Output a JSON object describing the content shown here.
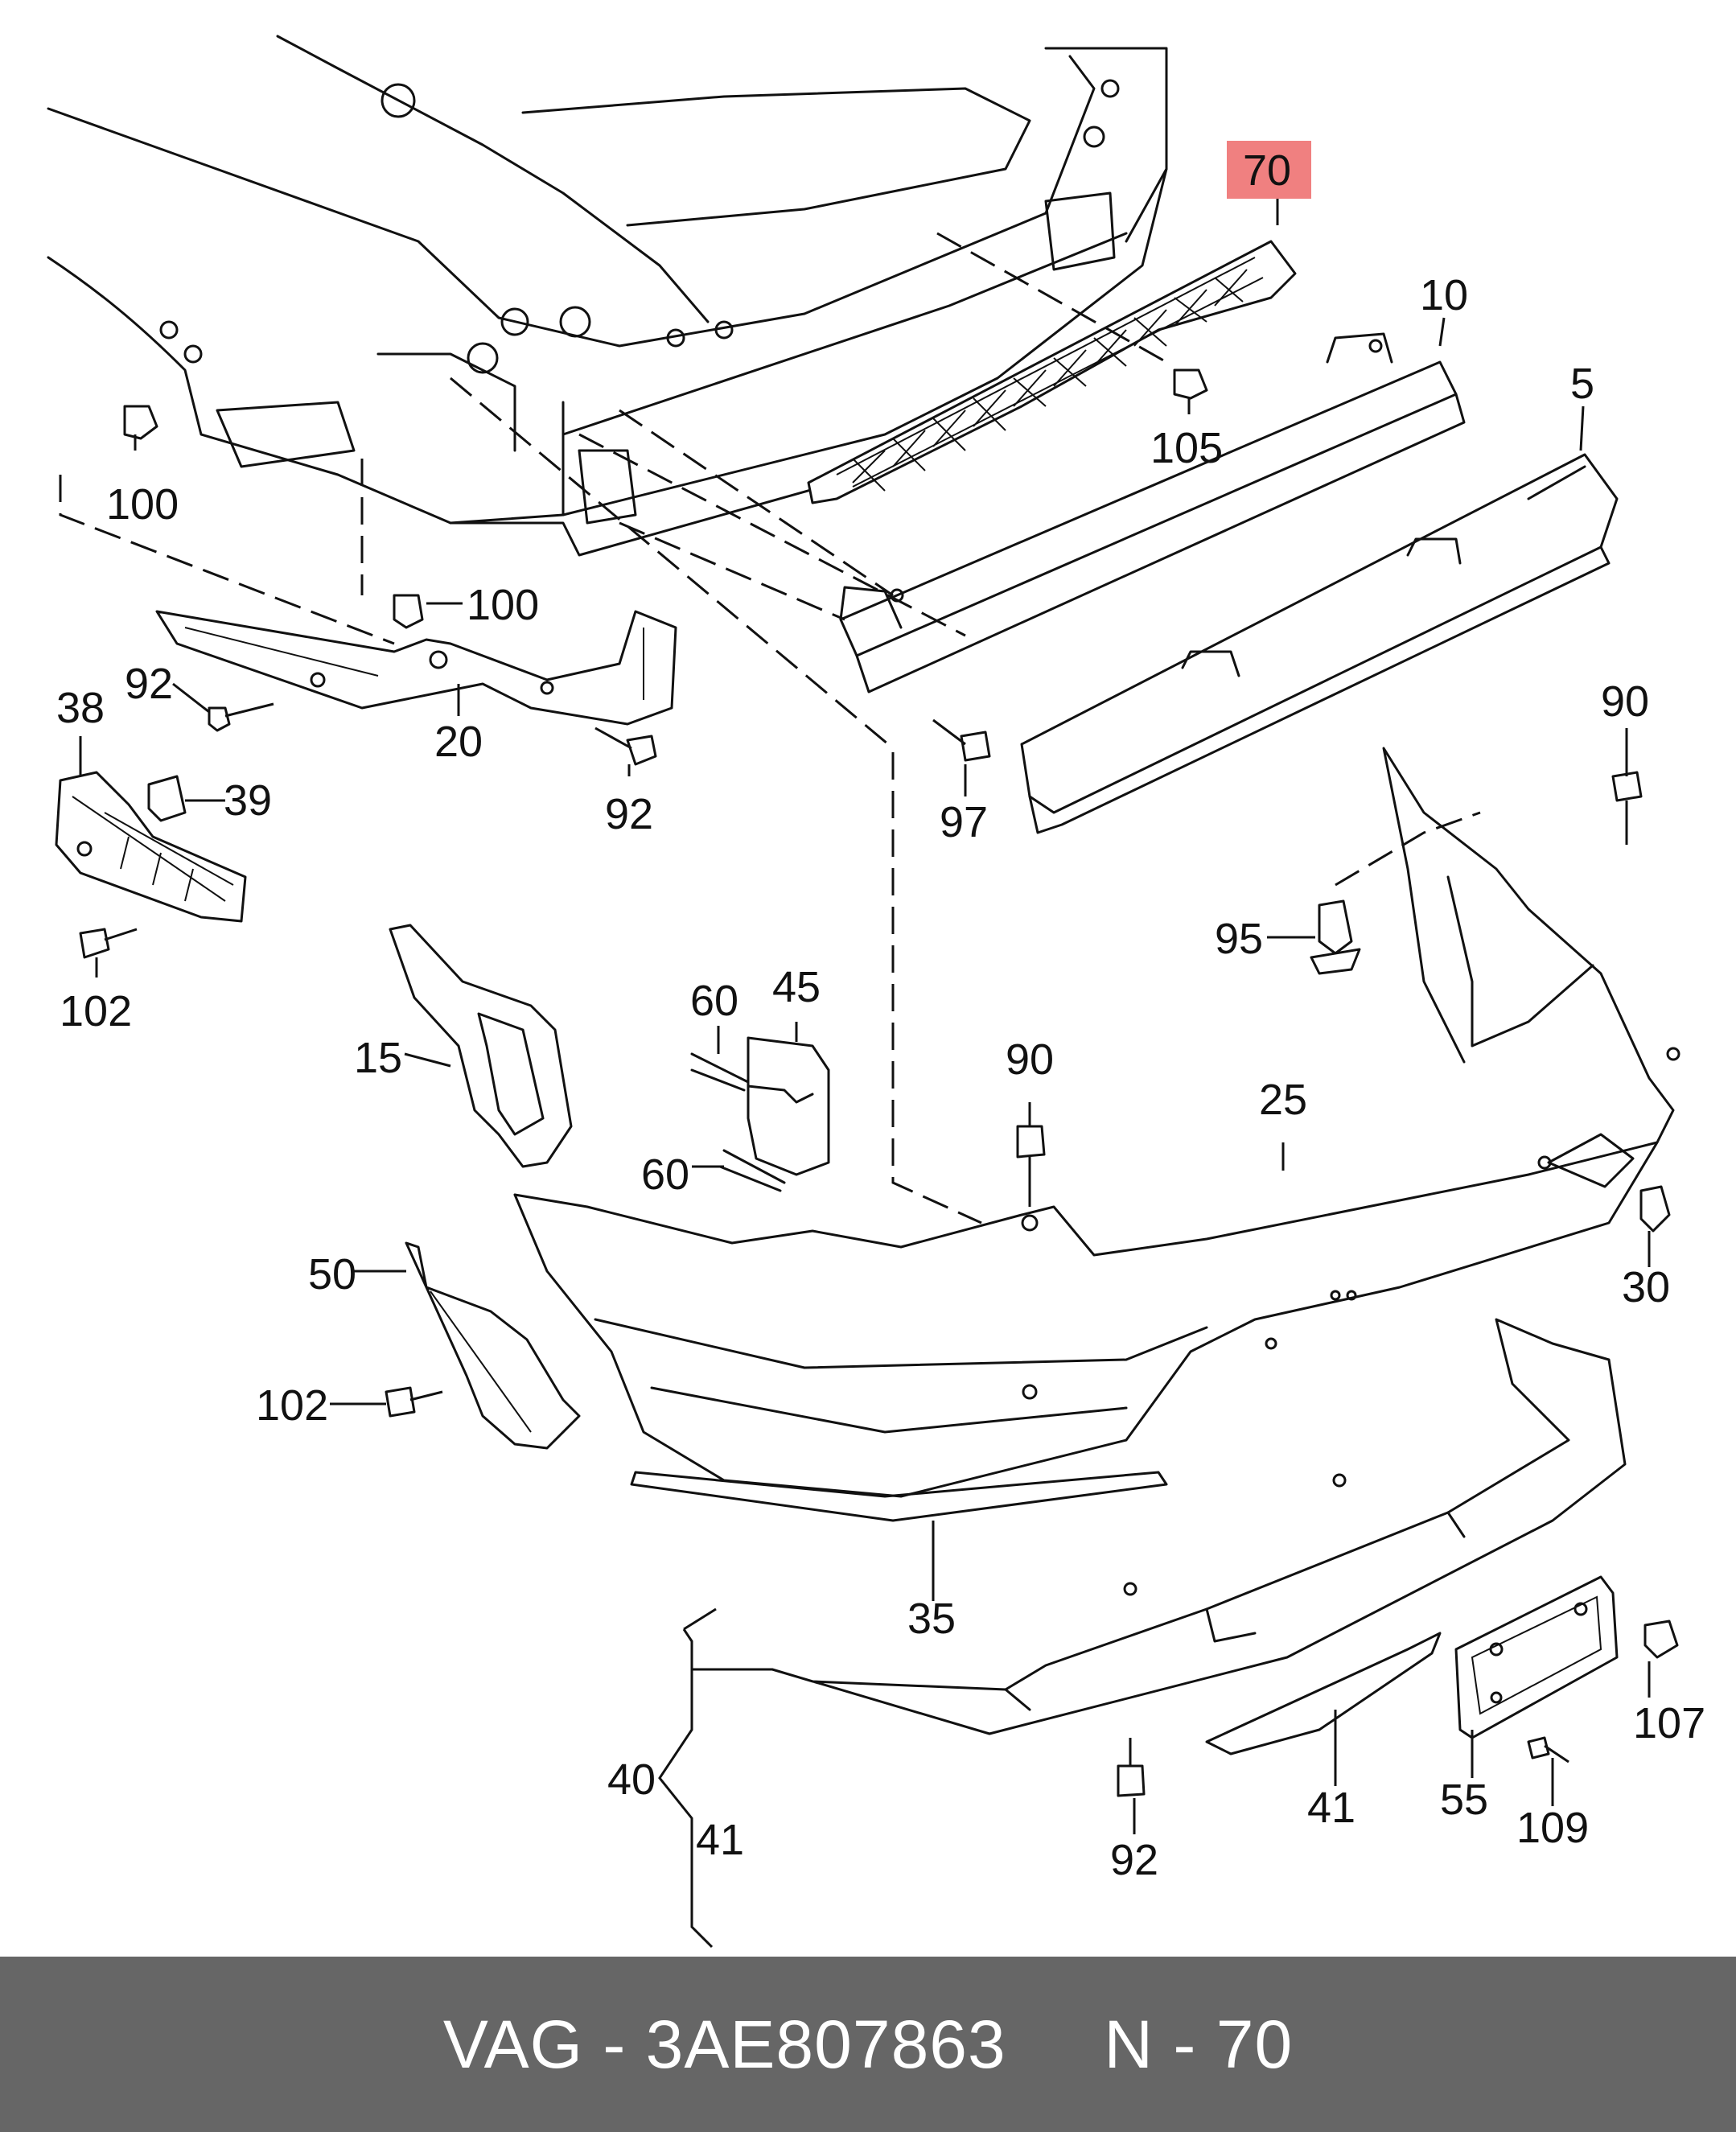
{
  "footer": {
    "brand": "VAG",
    "sep1": " - ",
    "part_number": "3AE807863",
    "gap": "     ",
    "position_prefix": "N - ",
    "position_number": "70"
  },
  "highlight_color": "#f08080",
  "labels": {
    "l70": "70",
    "l10": "10",
    "l5": "5",
    "l105": "105",
    "l100a": "100",
    "l100b": "100",
    "l92a": "92",
    "l92b": "92",
    "l92c": "92",
    "l20": "20",
    "l38": "38",
    "l39": "39",
    "l102a": "102",
    "l102b": "102",
    "l97": "97",
    "l90a": "90",
    "l90b": "90",
    "l95": "95",
    "l15": "15",
    "l60a": "60",
    "l60b": "60",
    "l45": "45",
    "l25": "25",
    "l30": "30",
    "l50": "50",
    "l35": "35",
    "l40": "40",
    "l41a": "41",
    "l41b": "41",
    "l55": "55",
    "l107": "107",
    "l109": "109"
  }
}
